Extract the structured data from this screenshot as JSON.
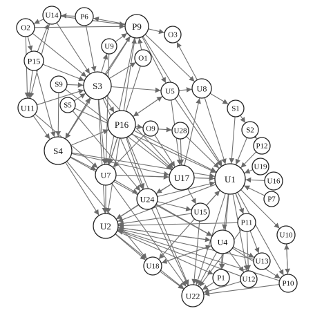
{
  "graph": {
    "nodes": [
      {
        "id": "O2",
        "label": "O2"
      },
      {
        "id": "U14",
        "label": "U14"
      },
      {
        "id": "P6",
        "label": "P6"
      },
      {
        "id": "P9",
        "label": "P9"
      },
      {
        "id": "O3",
        "label": "O3"
      },
      {
        "id": "U9",
        "label": "U9"
      },
      {
        "id": "O1",
        "label": "O1"
      },
      {
        "id": "P15",
        "label": "P15"
      },
      {
        "id": "S9",
        "label": "S9"
      },
      {
        "id": "S3",
        "label": "S3"
      },
      {
        "id": "U5",
        "label": "U5"
      },
      {
        "id": "U8",
        "label": "U8"
      },
      {
        "id": "U11",
        "label": "U11"
      },
      {
        "id": "S5",
        "label": "S5"
      },
      {
        "id": "S1",
        "label": "S1"
      },
      {
        "id": "P16",
        "label": "P16"
      },
      {
        "id": "O9",
        "label": "O9"
      },
      {
        "id": "U28",
        "label": "U28"
      },
      {
        "id": "S2",
        "label": "S2"
      },
      {
        "id": "S4",
        "label": "S4"
      },
      {
        "id": "P12",
        "label": "P12"
      },
      {
        "id": "U19",
        "label": "U19"
      },
      {
        "id": "U7",
        "label": "U7"
      },
      {
        "id": "U17",
        "label": "U17"
      },
      {
        "id": "U1",
        "label": "U1"
      },
      {
        "id": "U16",
        "label": "U16"
      },
      {
        "id": "P7",
        "label": "P7"
      },
      {
        "id": "U24",
        "label": "U24"
      },
      {
        "id": "U15",
        "label": "U15"
      },
      {
        "id": "P11",
        "label": "P11"
      },
      {
        "id": "U2",
        "label": "U2"
      },
      {
        "id": "U10",
        "label": "U10"
      },
      {
        "id": "U4",
        "label": "U4"
      },
      {
        "id": "U13",
        "label": "U13"
      },
      {
        "id": "U18",
        "label": "U18"
      },
      {
        "id": "P1",
        "label": "P1"
      },
      {
        "id": "U12",
        "label": "U12"
      },
      {
        "id": "P10",
        "label": "P10"
      },
      {
        "id": "U22",
        "label": "U22"
      }
    ],
    "edges": [
      [
        "U14",
        "O2"
      ],
      [
        "P6",
        "U14"
      ],
      [
        "O2",
        "P9"
      ],
      [
        "P9",
        "P6"
      ],
      [
        "U14",
        "P9"
      ],
      [
        "P9",
        "O3"
      ],
      [
        "U9",
        "P9"
      ],
      [
        "O1",
        "P9"
      ],
      [
        "P9",
        "U5"
      ],
      [
        "P9",
        "U8"
      ],
      [
        "U8",
        "O3"
      ],
      [
        "O2",
        "P15"
      ],
      [
        "O2",
        "S3"
      ],
      [
        "U14",
        "S3"
      ],
      [
        "P6",
        "S3"
      ],
      [
        "P15",
        "U11"
      ],
      [
        "P15",
        "S3"
      ],
      [
        "P15",
        "S4"
      ],
      [
        "P15",
        "U14"
      ],
      [
        "S9",
        "S3"
      ],
      [
        "S9",
        "S4"
      ],
      [
        "S5",
        "S3"
      ],
      [
        "U11",
        "S3"
      ],
      [
        "U11",
        "S4"
      ],
      [
        "S3",
        "P9"
      ],
      [
        "S3",
        "U9"
      ],
      [
        "S3",
        "O1"
      ],
      [
        "S3",
        "U5"
      ],
      [
        "S3",
        "P16"
      ],
      [
        "S3",
        "U7"
      ],
      [
        "S3",
        "U2"
      ],
      [
        "S3",
        "U17"
      ],
      [
        "S3",
        "S4"
      ],
      [
        "S3",
        "U24"
      ],
      [
        "U8",
        "S1"
      ],
      [
        "U5",
        "U8"
      ],
      [
        "U8",
        "U1"
      ],
      [
        "U5",
        "U1"
      ],
      [
        "U5",
        "P16"
      ],
      [
        "S1",
        "S2"
      ],
      [
        "S1",
        "U1"
      ],
      [
        "S2",
        "P12"
      ],
      [
        "P12",
        "U1"
      ],
      [
        "U19",
        "U1"
      ],
      [
        "U16",
        "U1"
      ],
      [
        "P7",
        "U1"
      ],
      [
        "S2",
        "U1"
      ],
      [
        "P16",
        "O9"
      ],
      [
        "O9",
        "U28"
      ],
      [
        "P16",
        "U1"
      ],
      [
        "P16",
        "U17"
      ],
      [
        "P16",
        "U24"
      ],
      [
        "P16",
        "U7"
      ],
      [
        "P16",
        "U2"
      ],
      [
        "P16",
        "P9"
      ],
      [
        "P16",
        "U5"
      ],
      [
        "U28",
        "U17"
      ],
      [
        "O9",
        "U7"
      ],
      [
        "O9",
        "U17"
      ],
      [
        "S4",
        "U7"
      ],
      [
        "S4",
        "U17"
      ],
      [
        "S4",
        "U2"
      ],
      [
        "S4",
        "U1"
      ],
      [
        "S4",
        "P16"
      ],
      [
        "S4",
        "S3"
      ],
      [
        "S4",
        "U18"
      ],
      [
        "U7",
        "U17"
      ],
      [
        "U7",
        "U2"
      ],
      [
        "U7",
        "U24"
      ],
      [
        "U7",
        "U1"
      ],
      [
        "U17",
        "U1"
      ],
      [
        "U17",
        "U24"
      ],
      [
        "U17",
        "U15"
      ],
      [
        "U17",
        "U2"
      ],
      [
        "U17",
        "U8"
      ],
      [
        "U24",
        "U1"
      ],
      [
        "U24",
        "U2"
      ],
      [
        "U24",
        "U22"
      ],
      [
        "U24",
        "U15"
      ],
      [
        "U24",
        "U4"
      ],
      [
        "U15",
        "U1"
      ],
      [
        "U15",
        "U2"
      ],
      [
        "U15",
        "U22"
      ],
      [
        "U1",
        "U10"
      ],
      [
        "U1",
        "U4"
      ],
      [
        "U1",
        "P11"
      ],
      [
        "U1",
        "U13"
      ],
      [
        "U1",
        "U12"
      ],
      [
        "U1",
        "P1"
      ],
      [
        "U1",
        "U22"
      ],
      [
        "U1",
        "U18"
      ],
      [
        "U1",
        "U2"
      ],
      [
        "U1",
        "P10"
      ],
      [
        "U10",
        "P10"
      ],
      [
        "P10",
        "U10"
      ],
      [
        "U4",
        "U13"
      ],
      [
        "U4",
        "P1"
      ],
      [
        "U4",
        "U12"
      ],
      [
        "U4",
        "U22"
      ],
      [
        "U4",
        "U18"
      ],
      [
        "U4",
        "U2"
      ],
      [
        "U4",
        "P10"
      ],
      [
        "P11",
        "U22"
      ],
      [
        "P11",
        "U12"
      ],
      [
        "U2",
        "U18"
      ],
      [
        "U2",
        "U22"
      ],
      [
        "U2",
        "P1"
      ],
      [
        "U2",
        "U4"
      ],
      [
        "U18",
        "U22"
      ],
      [
        "P1",
        "U22"
      ],
      [
        "U12",
        "U22"
      ],
      [
        "P10",
        "U22"
      ],
      [
        "U13",
        "U2"
      ],
      [
        "U12",
        "U2"
      ],
      [
        "P10",
        "U2"
      ],
      [
        "U18",
        "U4"
      ],
      [
        "P11",
        "U2"
      ],
      [
        "O1",
        "U7"
      ],
      [
        "U9",
        "U7"
      ],
      [
        "P9",
        "U7"
      ],
      [
        "P9",
        "S4"
      ],
      [
        "U14",
        "U11"
      ],
      [
        "O2",
        "U11"
      ],
      [
        "S5",
        "U1"
      ],
      [
        "S9",
        "U17"
      ],
      [
        "U11",
        "U7"
      ],
      [
        "S5",
        "U24"
      ],
      [
        "S4",
        "U4"
      ],
      [
        "U7",
        "U22"
      ],
      [
        "P16",
        "U22"
      ],
      [
        "U28",
        "U1"
      ],
      [
        "U5",
        "U17"
      ],
      [
        "P9",
        "U1"
      ]
    ]
  }
}
